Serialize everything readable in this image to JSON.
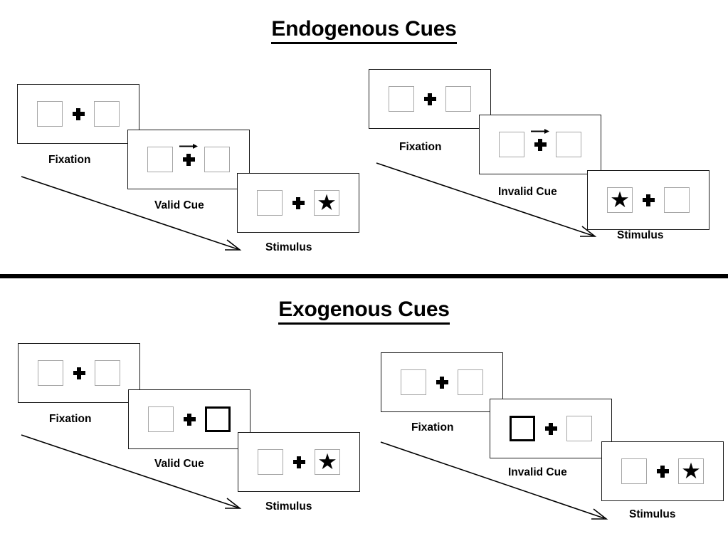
{
  "figure": {
    "sections": [
      {
        "id": "endogenous",
        "title": "Endogenous Cues",
        "groups": [
          {
            "id": "endogenous-valid",
            "cue_type": "arrow",
            "frames": [
              {
                "label": "Fixation",
                "left_box": "empty",
                "right_box": "empty",
                "cue": "none"
              },
              {
                "label": "Valid Cue",
                "left_box": "empty",
                "right_box": "empty",
                "cue": "arrow-right"
              },
              {
                "label": "Stimulus",
                "left_box": "empty",
                "right_box": "star",
                "cue": "none"
              }
            ]
          },
          {
            "id": "endogenous-invalid",
            "cue_type": "arrow",
            "frames": [
              {
                "label": "Fixation",
                "left_box": "empty",
                "right_box": "empty",
                "cue": "none"
              },
              {
                "label": "Invalid Cue",
                "left_box": "empty",
                "right_box": "empty",
                "cue": "arrow-right"
              },
              {
                "label": "Stimulus",
                "left_box": "star",
                "right_box": "empty",
                "cue": "none"
              }
            ]
          }
        ]
      },
      {
        "id": "exogenous",
        "title": "Exogenous Cues",
        "groups": [
          {
            "id": "exogenous-valid",
            "cue_type": "box-flash",
            "frames": [
              {
                "label": "Fixation",
                "left_box": "empty",
                "right_box": "empty",
                "cue": "none"
              },
              {
                "label": "Valid Cue",
                "left_box": "empty",
                "right_box": "cued",
                "cue": "none"
              },
              {
                "label": "Stimulus",
                "left_box": "empty",
                "right_box": "star",
                "cue": "none"
              }
            ]
          },
          {
            "id": "exogenous-invalid",
            "cue_type": "box-flash",
            "frames": [
              {
                "label": "Fixation",
                "left_box": "empty",
                "right_box": "empty",
                "cue": "none"
              },
              {
                "label": "Invalid Cue",
                "left_box": "cued",
                "right_box": "empty",
                "cue": "none"
              },
              {
                "label": "Stimulus",
                "left_box": "empty",
                "right_box": "star",
                "cue": "none"
              }
            ]
          }
        ]
      }
    ],
    "icons": {
      "fixation_cross": "plus-cross-icon",
      "target": "star-icon",
      "endogenous_cue": "arrow-right-icon",
      "time_flow": "diagonal-arrow-icon"
    },
    "colors": {
      "background": "#ffffff",
      "ink": "#000000",
      "panel_border": "#1a1a1a",
      "box_border": "#a6a6a6",
      "cued_box_border": "#000000",
      "divider": "#000000"
    }
  }
}
